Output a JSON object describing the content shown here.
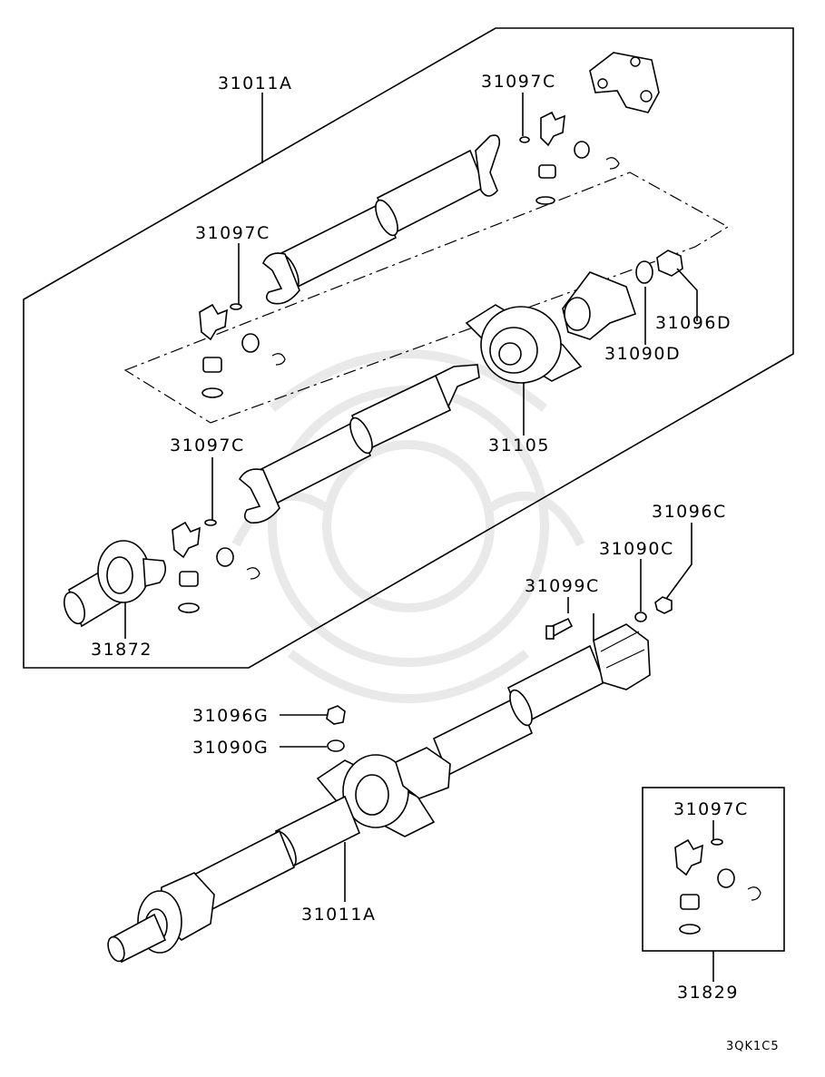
{
  "diagram": {
    "labels": {
      "shaft_assy_upper": "31011A",
      "joint_kit_top": "31097C",
      "joint_kit_mid": "31097C",
      "joint_kit_low": "31097C",
      "bearing_center": "31105",
      "nut_upper": "31096D",
      "washer_upper": "31090D",
      "front_bearing": "31872",
      "nut_right": "31096C",
      "washer_right": "31090C",
      "bolt_right": "31099C",
      "nut_left": "31096G",
      "washer_left": "31090G",
      "shaft_assy_lower": "31011A",
      "joint_kit_box": "31097C",
      "joint_kit_box_number": "31829"
    },
    "diagram_code": "3QK1C5"
  }
}
